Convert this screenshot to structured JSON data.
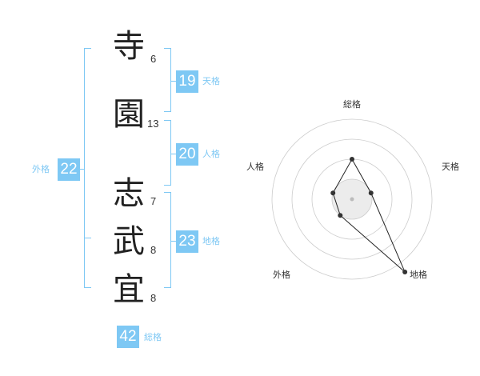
{
  "name": {
    "characters": [
      {
        "char": "寺",
        "strokes": "6"
      },
      {
        "char": "園",
        "strokes": "13"
      },
      {
        "char": "志",
        "strokes": "7"
      },
      {
        "char": "武",
        "strokes": "8"
      },
      {
        "char": "宜",
        "strokes": "8"
      }
    ]
  },
  "fortune": {
    "tenkaku": {
      "value": "19",
      "label": "天格"
    },
    "jinkaku": {
      "value": "20",
      "label": "人格"
    },
    "chikaku": {
      "value": "23",
      "label": "地格"
    },
    "gaikaku": {
      "value": "22",
      "label": "外格"
    },
    "soukaku": {
      "value": "42",
      "label": "総格"
    }
  },
  "colors": {
    "accent": "#7ec8f4",
    "text": "#222222",
    "grid": "#cccccc"
  },
  "chart_data": {
    "type": "radar",
    "axes": [
      "総格",
      "天格",
      "地格",
      "外格",
      "人格"
    ],
    "values": [
      2,
      1,
      4.5,
      1,
      1
    ],
    "rings": 4,
    "max": 4
  }
}
